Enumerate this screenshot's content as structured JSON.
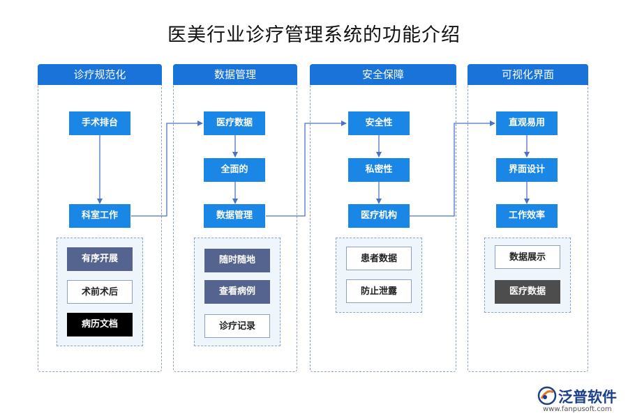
{
  "title": "医美行业诊疗管理系统的功能介绍",
  "columns": [
    {
      "header": "诊疗规范化",
      "nodes": [
        "手术排台",
        "科室工作"
      ],
      "group": [
        "有序开展",
        "术前术后",
        "病历文档"
      ]
    },
    {
      "header": "数据管理",
      "nodes": [
        "医疗数据",
        "全面的",
        "数据管理"
      ],
      "group": [
        "随时随地",
        "查看病例",
        "诊疗记录"
      ]
    },
    {
      "header": "安全保障",
      "nodes": [
        "安全性",
        "私密性",
        "医疗机构"
      ],
      "group": [
        "患者数据",
        "防止泄露"
      ]
    },
    {
      "header": "可视化界面",
      "nodes": [
        "直观易用",
        "界面设计",
        "工作效率"
      ],
      "group": [
        "数据展示",
        "医疗数据"
      ]
    }
  ],
  "logo": {
    "name": "泛普软件",
    "url": "www.fanpusoft.com",
    "icon": "fanpu-logo-icon"
  },
  "colors": {
    "header": "#1a73d9",
    "node": "#1a86e6",
    "dark_sub": "#55638f",
    "connector": "#4a72c9"
  }
}
